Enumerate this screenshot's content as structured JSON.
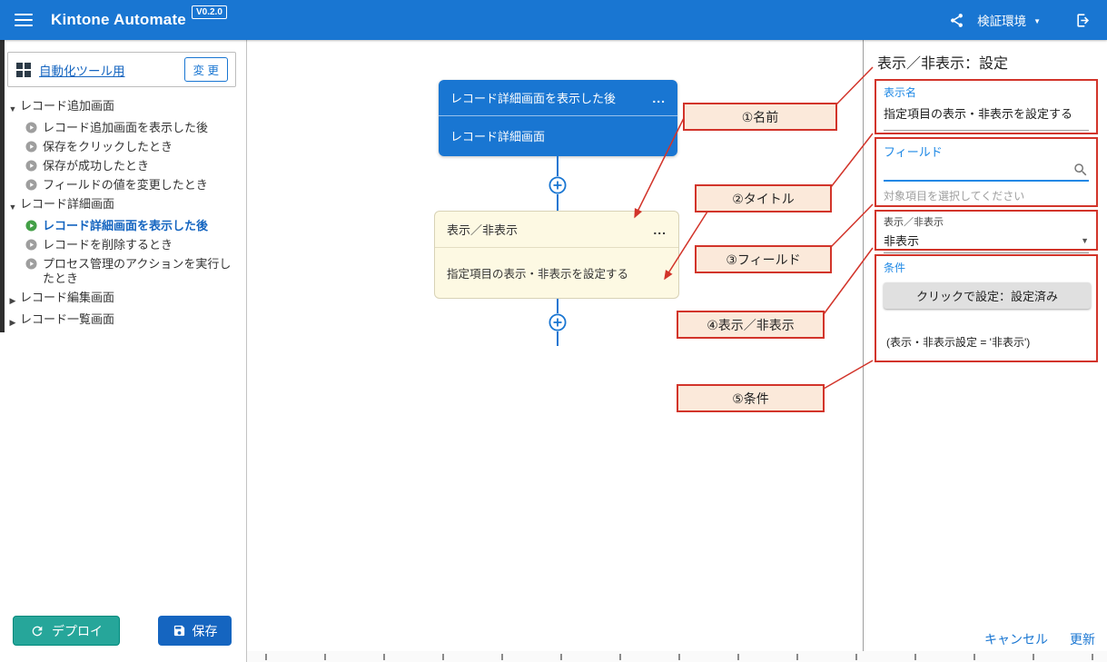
{
  "icons": {
    "caret_down": "▼",
    "caret_right": "▶",
    "node_menu": "...",
    "select_caret": "▼"
  },
  "colors": {
    "header_blue": "#1976D2",
    "node_blue": "#1976D2",
    "accent_blue": "#1E88E5",
    "active_item_blue": "#1565C0",
    "deploy_green": "#26A69A",
    "active_event_green": "#43A047",
    "annotation_red": "#D2342A",
    "action_node_yellow": "#FDF9E3"
  },
  "header": {
    "title": "Kintone Automate",
    "version": "V0.2.0",
    "environment": "検証環境"
  },
  "sidebar": {
    "app_name": "自動化ツール用",
    "change_button": "変 更",
    "tree": [
      {
        "label": "レコード追加画面"
      },
      {
        "label": "レコード追加画面を表示した後"
      },
      {
        "label": "保存をクリックしたとき"
      },
      {
        "label": "保存が成功したとき"
      },
      {
        "label": "フィールドの値を変更したとき"
      },
      {
        "label": "レコード詳細画面"
      },
      {
        "label": "レコード詳細画面を表示した後"
      },
      {
        "label": "レコードを削除するとき"
      },
      {
        "label": "プロセス管理のアクションを実行したとき"
      },
      {
        "label": "レコード編集画面"
      },
      {
        "label": "レコード一覧画面"
      }
    ],
    "deploy_button": "デプロイ",
    "save_button": "保存"
  },
  "canvas": {
    "trigger_node": {
      "title": "レコード詳細画面を表示した後",
      "subtitle": "レコード詳細画面"
    },
    "action_node": {
      "title": "表示／非表示",
      "subtitle": "指定項目の表示・非表示を設定する"
    },
    "annotations": [
      {
        "label": "①名前"
      },
      {
        "label": "②タイトル"
      },
      {
        "label": "③フィールド"
      },
      {
        "label": "④表示／非表示"
      },
      {
        "label": "⑤条件"
      }
    ]
  },
  "panel": {
    "title": "表示／非表示：設定",
    "display_name": {
      "label": "表示名",
      "value": "指定項目の表示・非表示を設定する"
    },
    "field": {
      "label": "フィールド",
      "hint": "対象項目を選択してください"
    },
    "visibility": {
      "label": "表示／非表示",
      "value": "非表示"
    },
    "condition": {
      "label": "条件",
      "set_button": "クリックで設定：設定済み",
      "summary": "(表示・非表示設定 = '非表示')"
    },
    "cancel_link": "キャンセル",
    "update_link": "更新"
  }
}
